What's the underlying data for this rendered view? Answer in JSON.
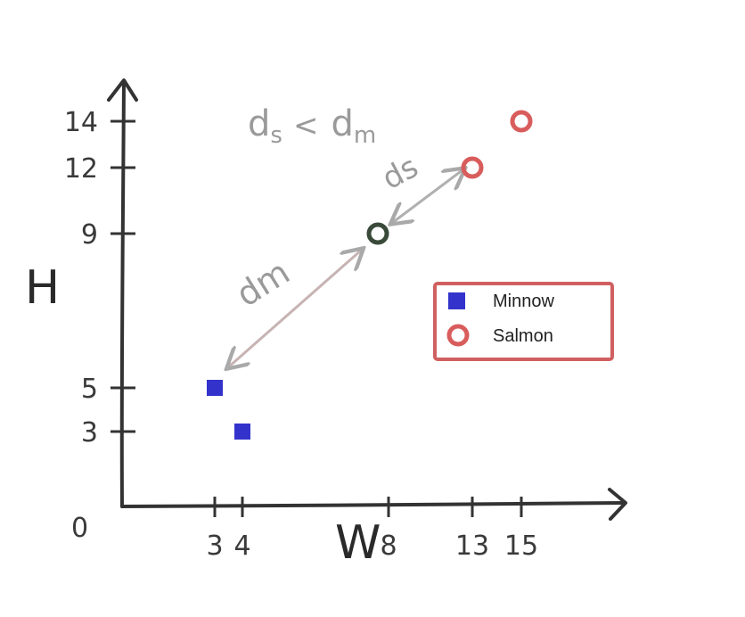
{
  "chart_data": {
    "type": "scatter",
    "xlabel": "W",
    "ylabel": "H",
    "origin_label": "0",
    "x_ticks": [
      3,
      4,
      8,
      13,
      15
    ],
    "y_ticks": [
      3,
      5,
      9,
      12,
      14
    ],
    "series": [
      {
        "name": "Minnow",
        "marker": "square",
        "color": "#3333cc",
        "points": [
          {
            "x": 3,
            "y": 5
          },
          {
            "x": 4,
            "y": 3
          }
        ]
      },
      {
        "name": "Salmon",
        "marker": "circle-open",
        "color": "#d95c5c",
        "points": [
          {
            "x": 13,
            "y": 12
          },
          {
            "x": 15,
            "y": 14
          }
        ]
      }
    ],
    "query_point": {
      "x": 8,
      "y": 9,
      "color": "#3a4a3a"
    },
    "annotations": {
      "relation": {
        "lhs": "d",
        "lhs_sub": "s",
        "op": "<",
        "rhs": "d",
        "rhs_sub": "m"
      },
      "ds_label": "ds",
      "dm_label": "dm"
    },
    "legend": {
      "position": "right",
      "border_color": "#d06060"
    }
  }
}
